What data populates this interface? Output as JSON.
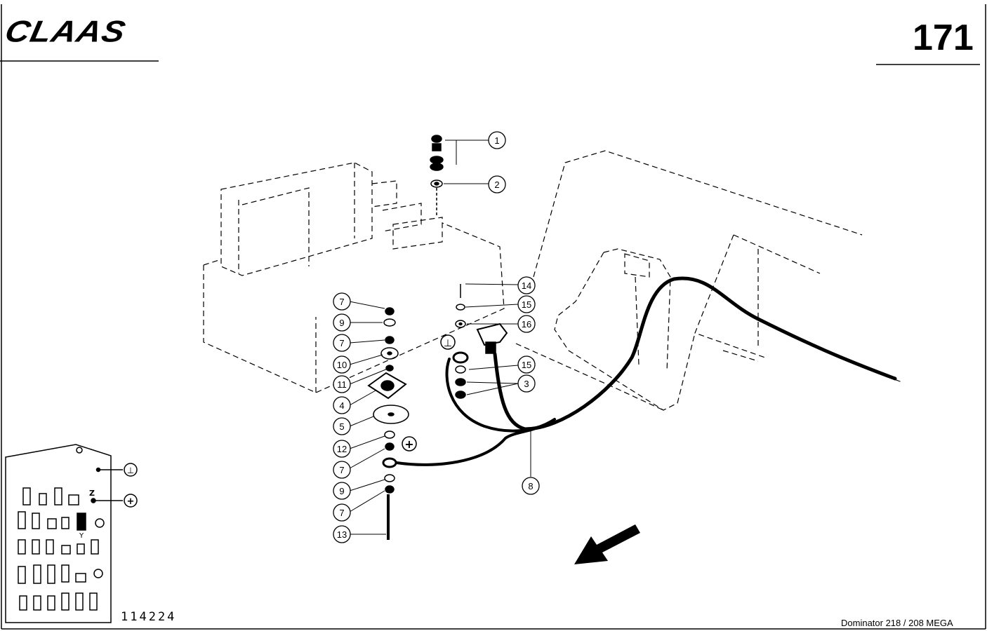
{
  "header": {
    "brand": "CLAAS",
    "page_number": "171"
  },
  "footer": {
    "drawing_number": "114224",
    "model": "Dominator 218 / 208 MEGA"
  },
  "callouts": [
    "1",
    "2",
    "14",
    "15",
    "16",
    "15",
    "3",
    "8",
    "7",
    "9",
    "7",
    "10",
    "11",
    "4",
    "5",
    "12",
    "7",
    "9",
    "7",
    "13"
  ],
  "symbols": {
    "ground": "⊥",
    "plus": "+"
  },
  "fuse_panel": {
    "label_z": "Z",
    "label_y": "Y",
    "ground_symbol": "⊥",
    "plus_symbol": "+"
  }
}
